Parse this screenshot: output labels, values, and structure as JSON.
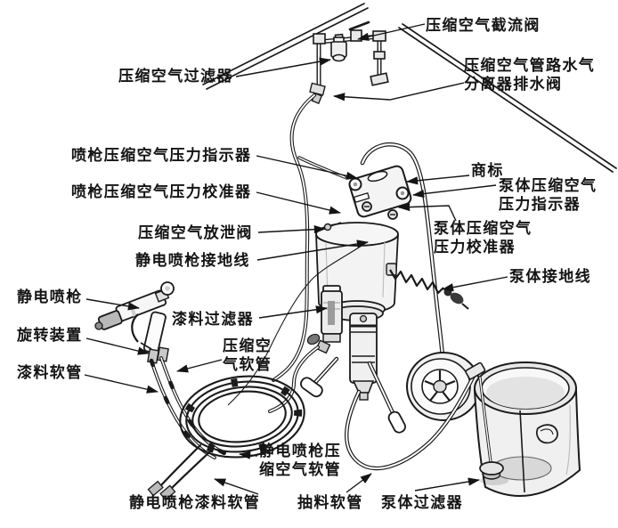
{
  "figure": {
    "background": "#ffffff",
    "line_color": "#1a1a1a",
    "type": "equipment-callout-diagram",
    "subject": "electrostatic-airless-paint-sprayer-system",
    "labels": {
      "air_shutoff_valve": "压缩空气截流阀",
      "air_filter": "压缩空气过滤器",
      "separator_drain_valve": "压缩空气管路水气分离器排水阀",
      "gun_air_pressure_indicator": "喷枪压缩空气压力指示器",
      "trademark": "商标",
      "pump_air_pressure_indicator": "泵体压缩空气压力指示器",
      "gun_air_pressure_regulator": "喷枪压缩空气压力校准器",
      "air_bleed_valve": "压缩空气放泄阀",
      "pump_air_pressure_regulator": "泵体压缩空气压力校准器",
      "gun_ground_wire": "静电喷枪接地线",
      "pump_ground_wire": "泵体接地线",
      "electrostatic_gun": "静电喷枪",
      "paint_filter": "漆料过滤器",
      "rotating_device": "旋转装置",
      "air_hose": "压缩空气软管",
      "paint_hose": "漆料软管",
      "gun_air_hose": "静电喷枪压缩空气软管",
      "gun_paint_hose": "静电喷枪漆料软管",
      "suction_hose": "抽料软管",
      "pump_filter": "泵体过滤器"
    }
  }
}
